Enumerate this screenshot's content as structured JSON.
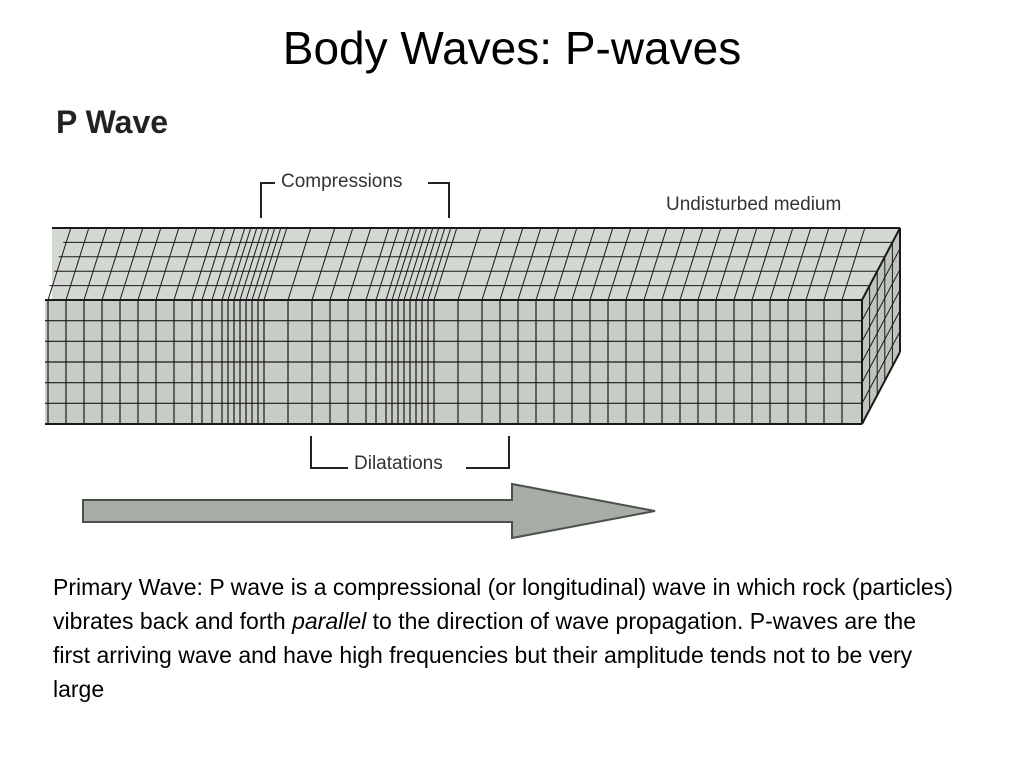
{
  "slide": {
    "title": "Body Waves: P-waves"
  },
  "diagram": {
    "title": "P Wave",
    "labels": {
      "compressions": "Compressions",
      "undisturbed": "Undisturbed medium",
      "dilatations": "Dilatations"
    },
    "colors": {
      "block_face": "#c8ccc6",
      "block_top": "#d4d8d2",
      "block_side": "#bfc4bd",
      "grid_line": "#1a1a1a",
      "arrow_fill": "#a6ada5",
      "arrow_stroke": "#4a504a"
    }
  },
  "description": {
    "part1": "Primary Wave: P wave is a compressional (or longitudinal) wave in which rock (particles) vibrates back and forth ",
    "emphasis": "parallel",
    "part2": " to the direction of wave propagation.  P-waves are the first arriving wave and have high frequencies but their amplitude tends not to be very large"
  }
}
